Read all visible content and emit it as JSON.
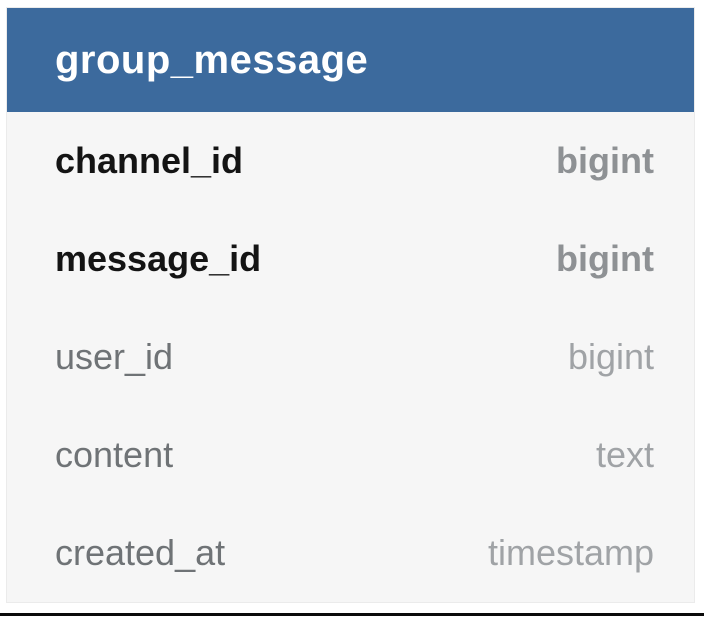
{
  "table": {
    "title": "group_message",
    "columns": [
      {
        "name": "channel_id",
        "type": "bigint",
        "pk": true
      },
      {
        "name": "message_id",
        "type": "bigint",
        "pk": true
      },
      {
        "name": "user_id",
        "type": "bigint",
        "pk": false
      },
      {
        "name": "content",
        "type": "text",
        "pk": false
      },
      {
        "name": "created_at",
        "type": "timestamp",
        "pk": false
      }
    ]
  },
  "colors": {
    "header_bg": "#3c6a9d",
    "header_text": "#ffffff",
    "body_bg": "#f6f6f6",
    "pk_name": "#141414",
    "pk_type": "#8e9194",
    "col_name": "#6f7376",
    "col_type": "#a0a3a6",
    "divider": "#0a0a0a",
    "card_border": "#ebebeb"
  }
}
